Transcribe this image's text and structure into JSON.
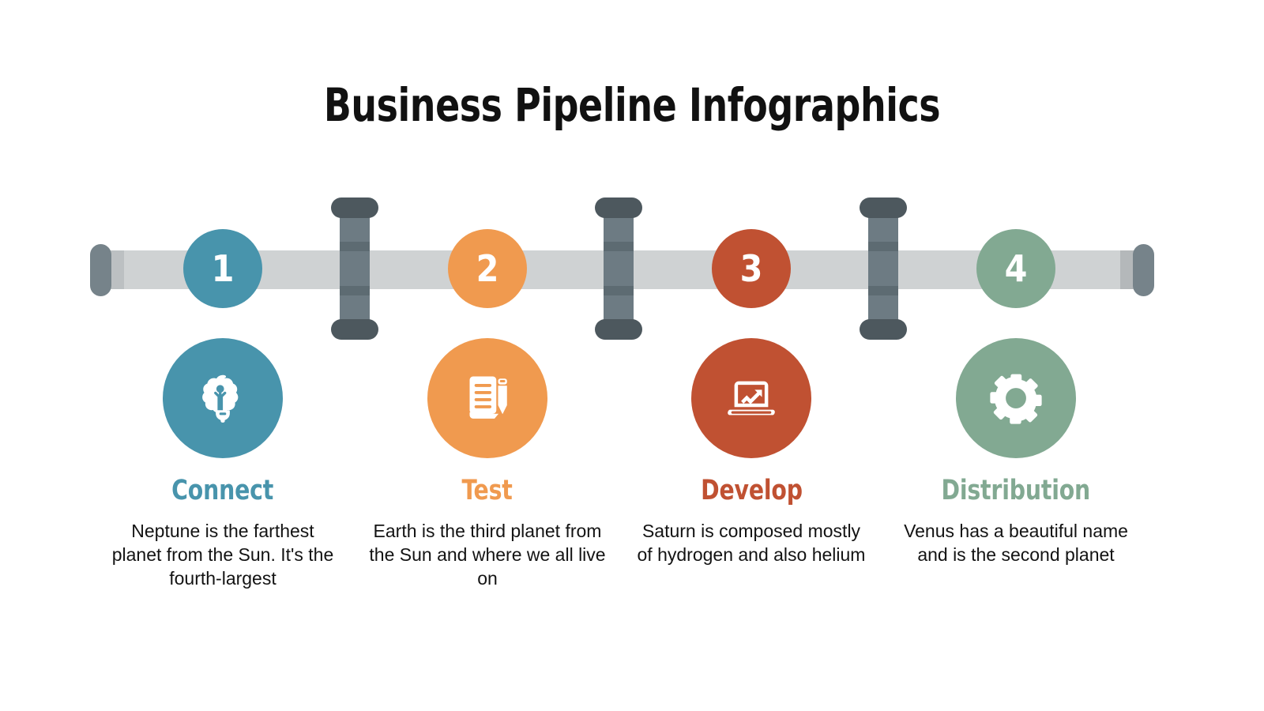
{
  "page": {
    "title": "Business Pipeline Infographics",
    "background": "#ffffff"
  },
  "pipeline": {
    "pipe_color": "#cfd2d3",
    "pipe_cap_color": "#76838a",
    "valve_shaft_color": "#6d7b83",
    "valve_cap_color": "#4d585e",
    "valve_count": 3
  },
  "steps": [
    {
      "number": "1",
      "label": "Connect",
      "text": "Neptune is the farthest planet from the Sun. It's the fourth-largest",
      "color": "#4894ac",
      "icon": "brain-lightbulb-icon"
    },
    {
      "number": "2",
      "label": "Test",
      "text": "Earth is the third planet from the Sun and where we all live on",
      "color": "#f09a4f",
      "icon": "document-pencil-icon"
    },
    {
      "number": "3",
      "label": "Develop",
      "text": "Saturn is composed mostly of hydrogen and also helium",
      "color": "#c05132",
      "icon": "laptop-growth-chart-icon"
    },
    {
      "number": "4",
      "label": "Distribution",
      "text": "Venus has a beautiful name and is the second planet",
      "color": "#82a992",
      "icon": "gear-icon"
    }
  ]
}
